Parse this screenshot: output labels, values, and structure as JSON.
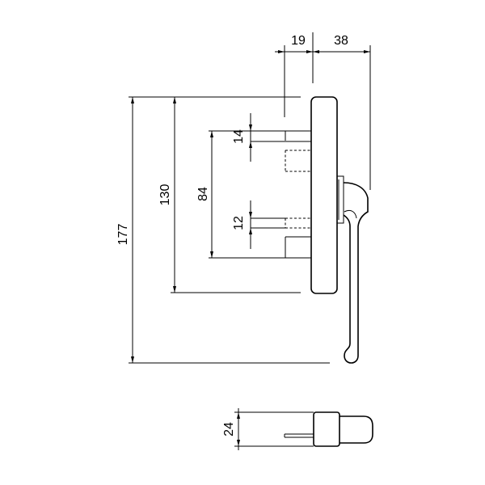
{
  "dimensions": {
    "d19": "19",
    "d38": "38",
    "d14": "14",
    "d130": "130",
    "d84": "84",
    "d12": "12",
    "d177": "177",
    "d24": "24"
  }
}
